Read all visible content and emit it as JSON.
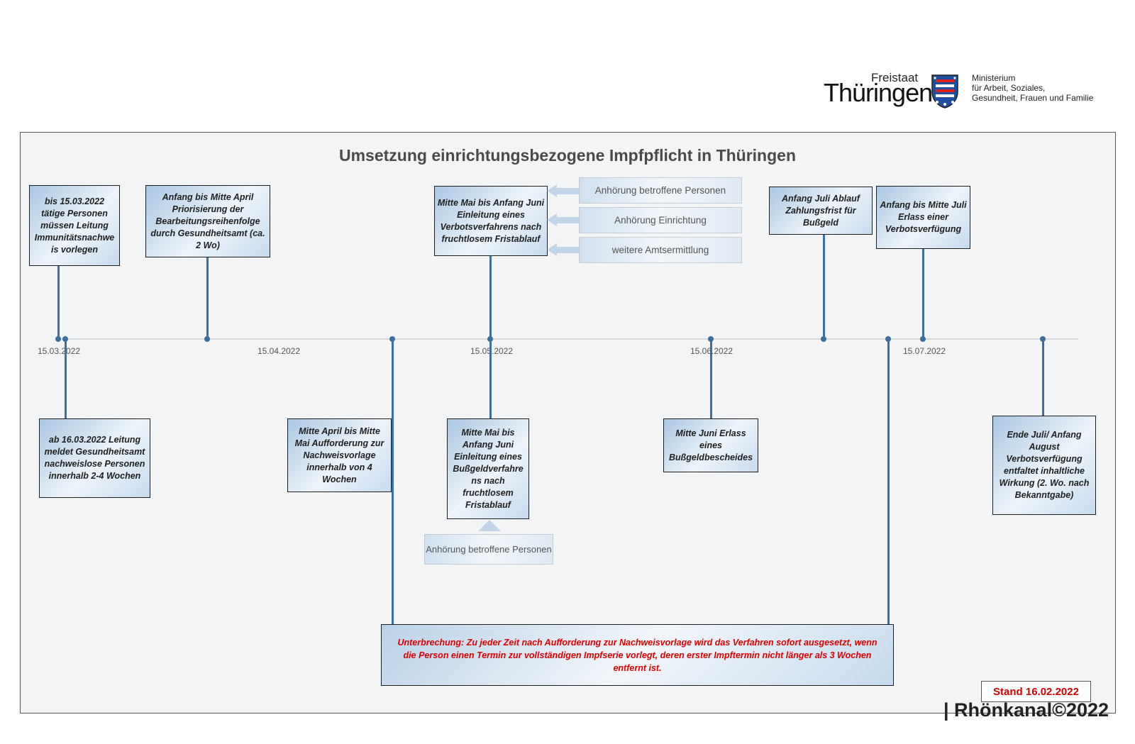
{
  "logo": {
    "freistaat": "Freistaat",
    "thueringen": "Thüringen",
    "ministry_lines": [
      "Ministerium",
      "für Arbeit, Soziales,",
      "Gesundheit, Frauen und Familie"
    ]
  },
  "title": "Umsetzung einrichtungsbezogene Impfpflicht in Thüringen",
  "axis_ticks": [
    "15.03.2022",
    "15.04.2022",
    "15.05.2022",
    "15.06.2022",
    "15.07.2022"
  ],
  "events_top": [
    {
      "text": "bis 15.03.2022 tätige Personen müssen Leitung Immunitätsnachwe is vorlegen"
    },
    {
      "text": "Anfang bis Mitte April Priorisierung der Bearbeitungsreihenfolge durch Gesundheitsamt (ca. 2 Wo)"
    },
    {
      "text": "Mitte Mai bis Anfang Juni Einleitung eines Verbotsverfahrens nach fruchtlosem Fristablauf"
    },
    {
      "text": "Anfang Juli Ablauf Zahlungsfrist für Bußgeld"
    },
    {
      "text": "Anfang bis Mitte Juli Erlass einer Verbotsverfügung"
    }
  ],
  "events_bottom": [
    {
      "text": "ab 16.03.2022 Leitung meldet Gesundheitsamt nachweislose Personen innerhalb 2-4 Wochen"
    },
    {
      "text": "Mitte April bis Mitte Mai Aufforderung zur Nachweisvorlage innerhalb von 4 Wochen"
    },
    {
      "text": "Mitte Mai bis Anfang Juni Einleitung eines Bußgeldverfahre ns nach fruchtlosem Fristablauf"
    },
    {
      "text": "Mitte Juni Erlass eines Bußgeldbescheides"
    },
    {
      "text": "Ende Juli/ Anfang August Verbotsverfügung entfaltet inhaltliche Wirkung (2. Wo. nach Bekanntgabe)"
    }
  ],
  "notes_verbot": [
    "Anhörung betroffene Personen",
    "Anhörung Einrichtung",
    "weitere Amtsermittlung"
  ],
  "note_bussgeld": "Anhörung betroffene Personen",
  "interruption": "Unterbrechung: Zu jeder Zeit nach Aufforderung zur Nachweisvorlage wird das Verfahren sofort ausgesetzt, wenn die Person einen Termin zur vollständigen Impfserie vorlegt, deren erster Impftermin nicht länger als 3 Wochen entfernt ist.",
  "stand": "Stand 16.02.2022",
  "watermark": "| Rhönkanal©2022",
  "colors": {
    "stem": "#3e6f9f",
    "interruption_text": "#e00000",
    "stand_text": "#d00000"
  }
}
